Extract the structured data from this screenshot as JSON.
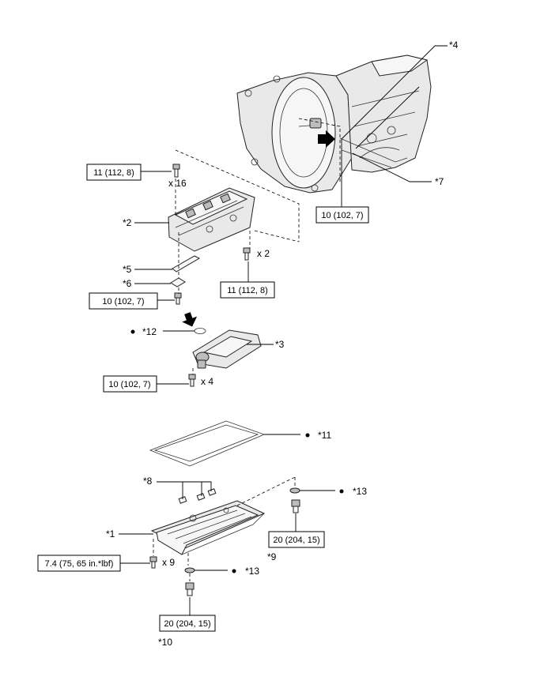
{
  "callouts": {
    "c1": "*1",
    "c2": "*2",
    "c3": "*3",
    "c4": "*4",
    "c5": "*5",
    "c6": "*6",
    "c7": "*7",
    "c8": "*8",
    "c9": "*9",
    "c10": "*10",
    "c11": "*11",
    "c12": "*12",
    "c13a": "*13",
    "c13b": "*13"
  },
  "torques": {
    "t_top_left": "11 (112, 8)",
    "t_mid": "11 (112, 8)",
    "t_trans": "10 (102, 7)",
    "t_left_small": "10 (102, 7)",
    "t_strainer": "10 (102, 7)",
    "t_pan_bolts": "7.4 (75, 65 in.*lbf)",
    "t_drain_right": "20 (204, 15)",
    "t_drain_bottom": "20 (204, 15)"
  },
  "quantities": {
    "q16": "x 16",
    "q2": "x 2",
    "q4": "x 4",
    "q9": "x 9"
  },
  "colors": {
    "line": "#000000",
    "part_fill": "#e9e9e9",
    "part_dark": "#bdbdbd"
  },
  "icons": {
    "bullet": "filled-circle-bullet",
    "arrow": "direction-arrow"
  }
}
